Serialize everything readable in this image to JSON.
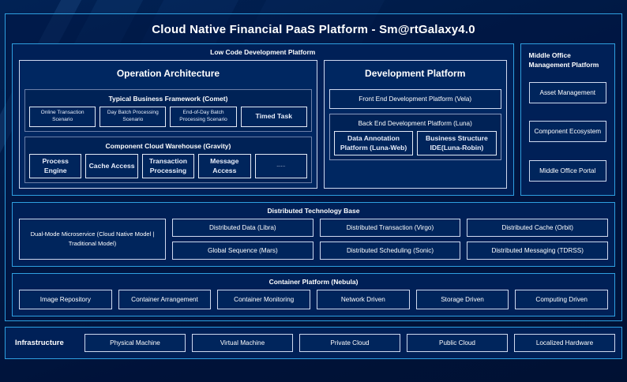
{
  "title": "Cloud Native Financial PaaS Platform - Sm@rtGalaxy4.0",
  "colors": {
    "accent_border": "#2e9fe0",
    "panel_fill": "#002057",
    "leaf_border": "#cfd9ef",
    "background": "#001239",
    "text": "#ffffff"
  },
  "low_code": {
    "title": "Low Code Development Platform",
    "operation_architecture": {
      "title": "Operation Architecture",
      "groups": [
        {
          "title": "Typical Business Framework (Comet)",
          "items": [
            "Online Transaction Scenario",
            "Day Batch Processing Scenario",
            "End-of-Day Batch Processing Scenario",
            "Timed Task"
          ]
        },
        {
          "title": "Component Cloud Warehouse (Gravity)",
          "items": [
            "Process Engine",
            "Cache Access",
            "Transaction Processing",
            "Message Access",
            "......"
          ]
        }
      ]
    },
    "development_platform": {
      "title": "Development Platform",
      "front_end": "Front End Development Platform (Vela)",
      "back_end": {
        "title": "Back End Development Platform (Luna)",
        "items": [
          "Data Annotation Platform (Luna-Web)",
          "Business Structure IDE(Luna-Robin)"
        ]
      }
    }
  },
  "middle_office": {
    "title": "Middle Office Management Platform",
    "items": [
      "Asset Management",
      "Component Ecosystem",
      "Middle Office Portal"
    ]
  },
  "distributed_technology_base": {
    "title": "Distributed Technology Base",
    "highlight": "Dual-Mode Microservice (Cloud Native Model | Traditional Model)",
    "row1": [
      "Distributed Data (Libra)",
      "Distributed Transaction (Virgo)",
      "Distributed Cache (Orbit)"
    ],
    "row2": [
      "Global Sequence (Mars)",
      "Distributed Scheduling (Sonic)",
      "Distributed Messaging (TDRSS)"
    ]
  },
  "container_platform": {
    "title": "Container Platform (Nebula)",
    "items": [
      "Image Repository",
      "Container Arrangement",
      "Container Monitoring",
      "Network Driven",
      "Storage Driven",
      "Computing Driven"
    ]
  },
  "infrastructure": {
    "label": "Infrastructure",
    "items": [
      "Physical Machine",
      "Virtual Machine",
      "Private Cloud",
      "Public Cloud",
      "Localized Hardware"
    ]
  }
}
